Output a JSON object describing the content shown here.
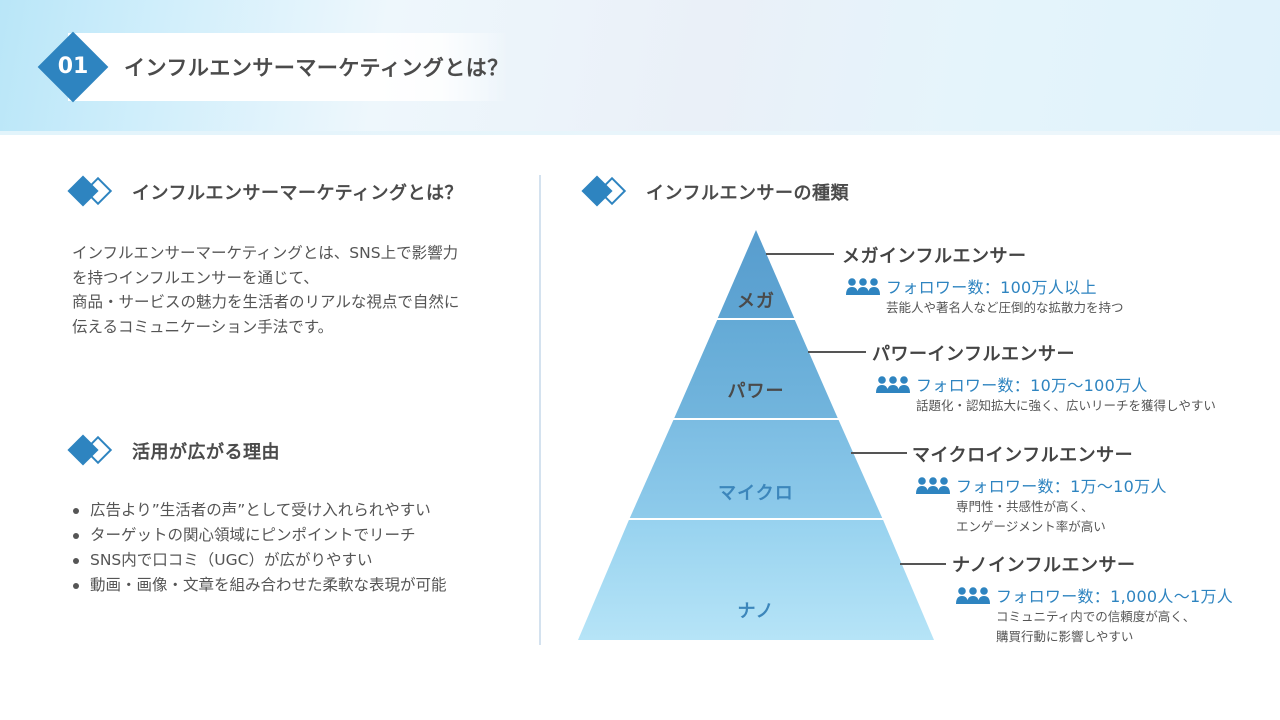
{
  "header": {
    "number": "01",
    "title": "インフルエンサーマーケティングとは？"
  },
  "left": {
    "section1": {
      "title": "インフルエンサーマーケティングとは？",
      "lines": [
        "インフルエンサーマーケティングとは、SNS上で影響力",
        "を持つインフルエンサーを通じて、",
        "商品・サービスの魅力を生活者のリアルな視点で自然に",
        "伝えるコミュニケーション手法です。"
      ]
    },
    "section2": {
      "title": "活用が広がる理由",
      "bullets": [
        "広告より”生活者の声”として受け入れられやすい",
        "ターゲットの関心領域にピンポイントでリーチ",
        "SNS内で口コミ（UGC）が広がりやすい",
        "動画・画像・文章を組み合わせた柔軟な表現が可能"
      ]
    }
  },
  "right": {
    "title": "インフルエンサーの種類",
    "pyramid": {
      "tiers": [
        {
          "label": "メガ",
          "color_top": "#5a9fcf",
          "color_bottom": "#5fa5d2",
          "text_color": "#ffffff"
        },
        {
          "label": "パワー",
          "color_top": "#66acd6",
          "color_bottom": "#70b4dc",
          "text_color": "#ffffff"
        },
        {
          "label": "マイクロ",
          "color_top": "#7dbde2",
          "color_bottom": "#8dcaea",
          "text_color": "#3c86bb"
        },
        {
          "label": "ナノ",
          "color_top": "#98d3ef",
          "color_bottom": "#b3e2f6",
          "text_color": "#3c86bb"
        }
      ]
    },
    "types": [
      {
        "name": "メガインフルエンサー",
        "followers": "フォロワー数：100万人以上",
        "desc": [
          "芸能人や著名人など圧倒的な拡散力を持つ"
        ]
      },
      {
        "name": "パワーインフルエンサー",
        "followers": "フォロワー数：10万〜100万人",
        "desc": [
          "話題化・認知拡大に強く、広いリーチを獲得しやすい"
        ]
      },
      {
        "name": "マイクロインフルエンサー",
        "followers": "フォロワー数：1万〜10万人",
        "desc": [
          "専門性・共感性が高く、",
          "エンゲージメント率が高い"
        ]
      },
      {
        "name": "ナノインフルエンサー",
        "followers": "フォロワー数：1,000人〜1万人",
        "desc": [
          "コミュニティ内での信頼度が高く、",
          "購買行動に影響しやすい"
        ]
      }
    ]
  },
  "colors": {
    "accent": "#2e84c0",
    "text": "#4b4b4b",
    "divider": "#d4e2ef"
  }
}
